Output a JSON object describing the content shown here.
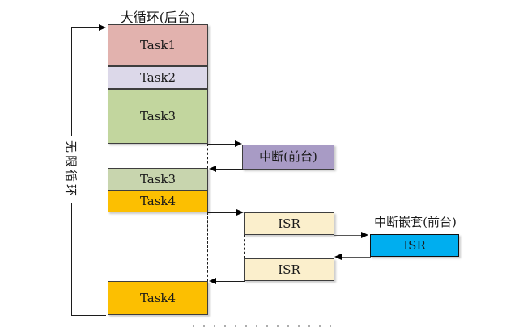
{
  "background_column": {
    "title": "大循环(后台)",
    "segments": [
      {
        "label": "Task1",
        "color": "#e2b2ae"
      },
      {
        "label": "Task2",
        "color": "#dcd8e9"
      },
      {
        "label": "Task3",
        "color": "#c2d69e"
      },
      {
        "label": "Task3",
        "color": "#c8d5ae"
      },
      {
        "label": "Task4",
        "color": "#fcbf01"
      },
      {
        "label": "Task4",
        "color": "#fcbf01"
      }
    ]
  },
  "left_loop": {
    "label": "无限循环"
  },
  "interrupt": {
    "label": "中断(前台)",
    "color": "#a89bc5"
  },
  "isr_level1": [
    {
      "label": "ISR",
      "color": "#fbefcc"
    },
    {
      "label": "ISR",
      "color": "#fbefcc"
    }
  ],
  "nested_interrupt": {
    "title": "中断嵌套(前台)",
    "isr": {
      "label": "ISR",
      "color": "#00aeef"
    }
  },
  "line_colors": {
    "box_border": "#3e3e3e",
    "arrow_black": "#1c1c1c",
    "arrow_gray": "#565656"
  }
}
